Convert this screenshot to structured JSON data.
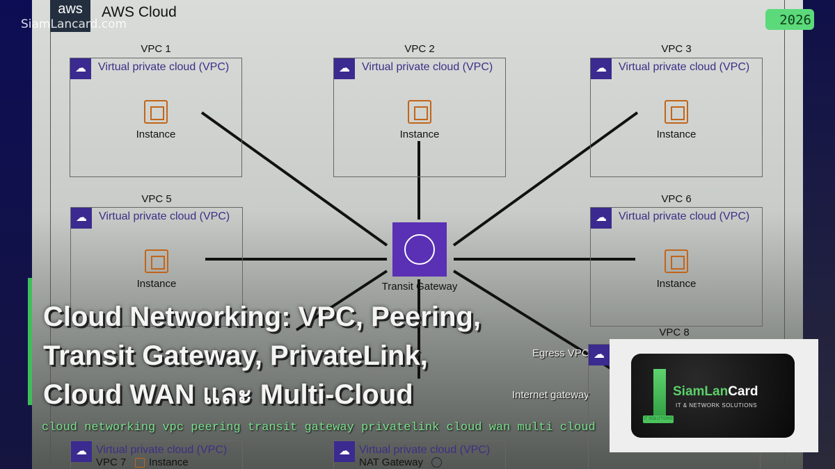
{
  "diagram": {
    "aws_logo": "aws",
    "cloud_title": "AWS Cloud",
    "vpc_type_label": "Virtual private cloud (VPC)",
    "instance_label": "Instance",
    "vpcs": [
      "VPC 1",
      "VPC 2",
      "VPC 3",
      "VPC 5",
      "VPC 6",
      "VPC 7",
      "Egress VPC",
      "VPC 8"
    ],
    "transit_gateway": "Transit Gateway",
    "nat_gateway": "NAT Gateway",
    "internet_gateway": "Internet gateway"
  },
  "watermark": "SiamLancard.com",
  "year_badge": "2026",
  "title_lines": [
    "Cloud Networking: VPC, Peering,",
    "Transit Gateway, PrivateLink,",
    "Cloud WAN และ Multi-Cloud"
  ],
  "subtitle": "cloud networking vpc peering transit gateway privatelink cloud wan multi cloud",
  "logo": {
    "brand_a": "SiamLan",
    "brand_b": "Card",
    "tagline": "IT & NETWORK SOLUTIONS",
    "tag": "IT SOLUTIONS"
  },
  "colors": {
    "accent": "#3fbf5a",
    "subtitle": "#7be08e",
    "vpc_icon": "#3b2a8f",
    "transit_gateway": "#5a30b5"
  }
}
